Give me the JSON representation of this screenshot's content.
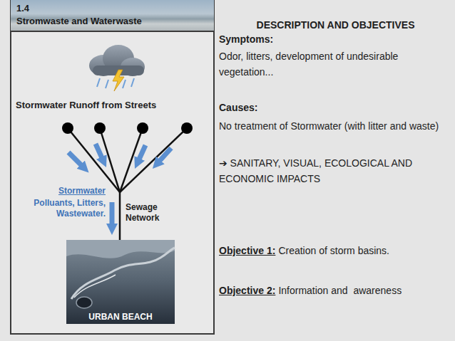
{
  "diagram": {
    "nodes": [
      {
        "text": [
          "1.4",
          "Stromwaste and Waterwaste"
        ]
      },
      {
        "text": [
          "URBAN BEACH"
        ]
      }
    ],
    "labels": [
      "Stormwater Runoff from Streets",
      "Stormwater",
      "Polluants, Litters, Wastewater.",
      "Sewage Network",
      "DESCRIPTION AND OBJECTIVES",
      "Symptoms:",
      "Odor, litters, development of undesirable vegetation...",
      "Causes:",
      "No treatment of Stormwater (with litter and waste)",
      "➔ SANITARY, VISUAL, ECOLOGICAL AND ECONOMIC IMPACTS",
      "Objective 1:",
      "Creation of storm basins.",
      "Objective 2:",
      "Information and  awareness"
    ]
  }
}
